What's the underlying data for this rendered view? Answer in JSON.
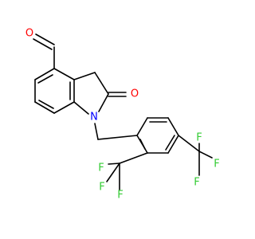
{
  "colors": {
    "bond": "#000000",
    "oxygen": "#ff0000",
    "nitrogen": "#0000ff",
    "fluorine": "#33cc33",
    "background": "#ffffff"
  },
  "atoms": {
    "aldehyde_o": "O",
    "lactam_o": "O",
    "n1": "N",
    "f_a1": "F",
    "f_a2": "F",
    "f_a3": "F",
    "f_b1": "F",
    "f_b2": "F",
    "f_b3": "F"
  }
}
